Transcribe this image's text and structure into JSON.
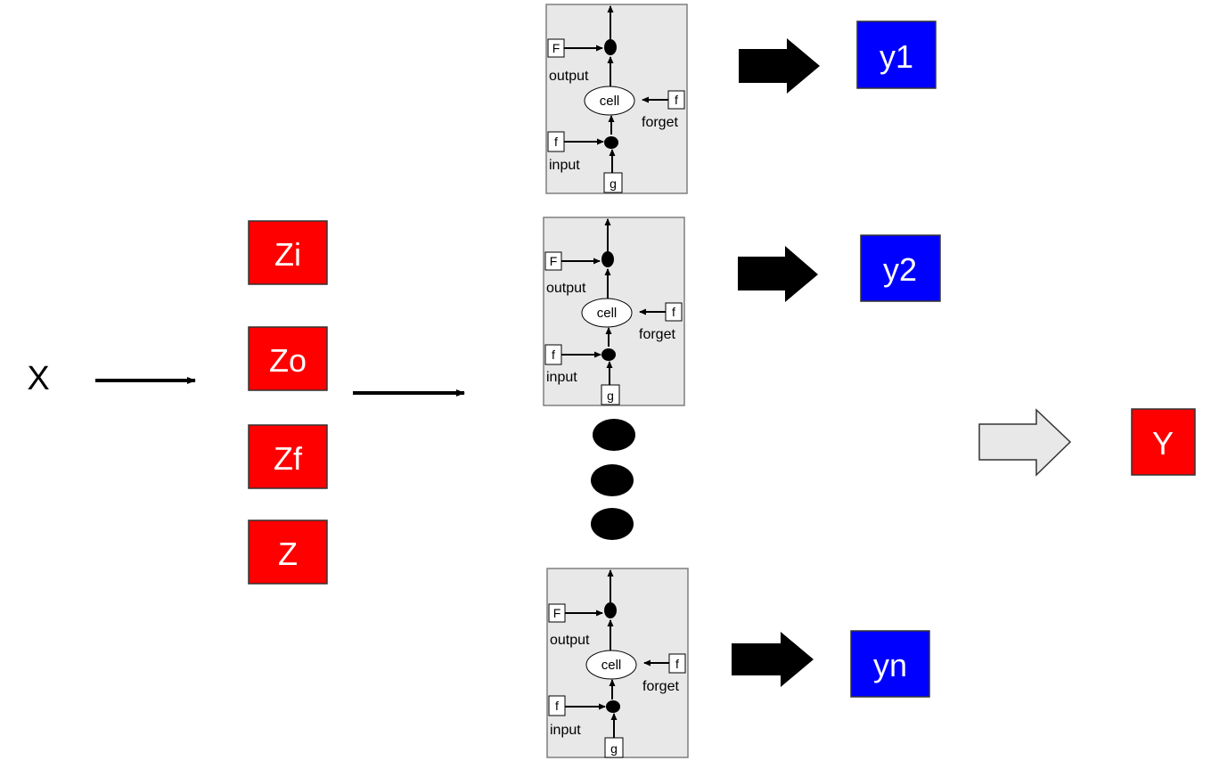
{
  "input": {
    "x_label": "X"
  },
  "vectors": [
    {
      "label": "Zi",
      "color": "#ff0000"
    },
    {
      "label": "Zo",
      "color": "#ff0000"
    },
    {
      "label": "Zf",
      "color": "#ff0000"
    },
    {
      "label": "Z",
      "color": "#ff0000"
    }
  ],
  "lstm_cells": [
    {
      "output_gate_box": "F",
      "output_label": "output",
      "cell_label": "cell",
      "forget_gate_box": "f",
      "forget_label": "forget",
      "input_gate_box": "f",
      "input_label": "input",
      "input_activation_box": "g"
    },
    {
      "output_gate_box": "F",
      "output_label": "output",
      "cell_label": "cell",
      "forget_gate_box": "f",
      "forget_label": "forget",
      "input_gate_box": "f",
      "input_label": "input",
      "input_activation_box": "g"
    },
    {
      "output_gate_box": "F",
      "output_label": "output",
      "cell_label": "cell",
      "forget_gate_box": "f",
      "forget_label": "forget",
      "input_gate_box": "f",
      "input_label": "input",
      "input_activation_box": "g"
    }
  ],
  "outputs": [
    {
      "label": "y1",
      "color": "#0000ff"
    },
    {
      "label": "y2",
      "color": "#0000ff"
    },
    {
      "label": "yn",
      "color": "#0000ff"
    }
  ],
  "final_output": {
    "label": "Y",
    "color": "#ff0000"
  },
  "colors": {
    "cell_background": "#e8e8e8",
    "cell_border": "#7f7f7f",
    "final_arrow_fill": "#e8e8e8",
    "box_text": "#ffffff"
  }
}
